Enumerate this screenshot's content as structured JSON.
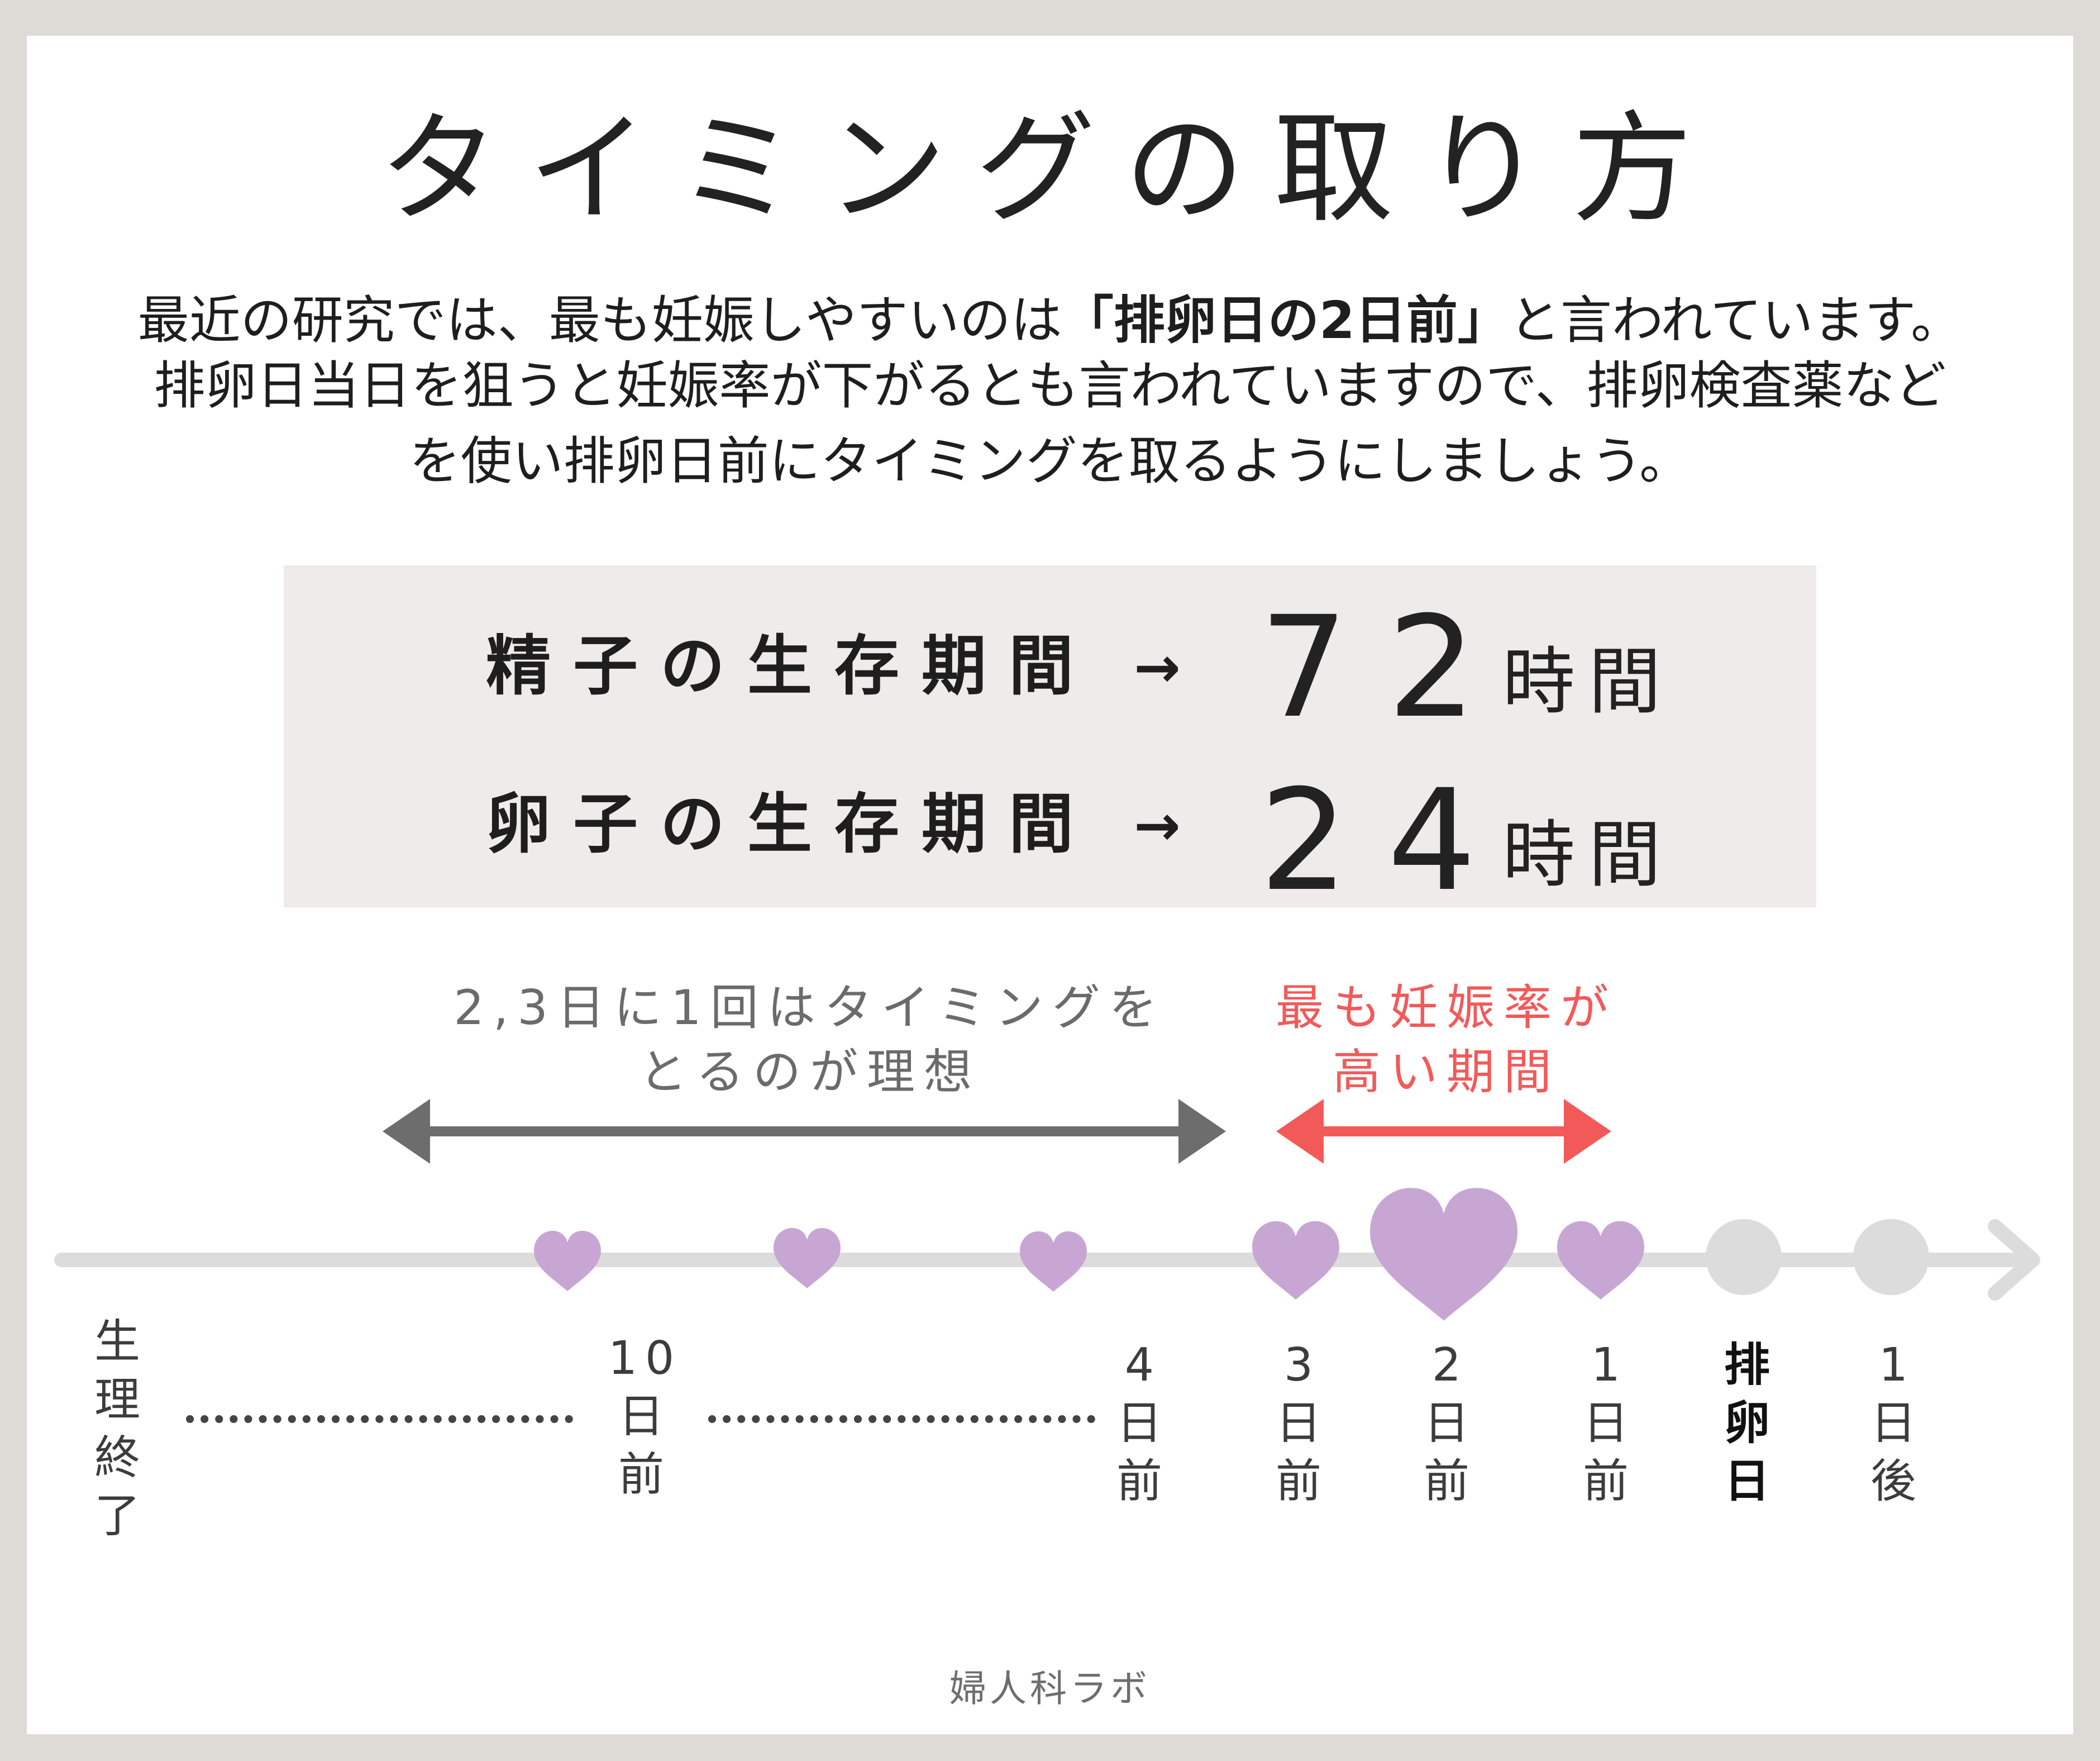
{
  "title": "タイミングの取り方",
  "intro": {
    "line1_pre": "最近の研究では、最も妊娠しやすいのは",
    "line1_bold": "「排卵日の2日前」",
    "line1_post": "と言われています。",
    "line2": "排卵日当日を狙うと妊娠率が下がるとも言われていますので、排卵検査薬など",
    "line3": "を使い排卵日前にタイミングを取るようにしましょう。"
  },
  "survival": {
    "sperm_label": "精子の生存期間",
    "sperm_hours": "72",
    "egg_label": "卵子の生存期間",
    "egg_hours": "24",
    "arrow": "→",
    "unit": "時間"
  },
  "ranges": {
    "ideal_line1": "2,3日に1回はタイミングを",
    "ideal_line2": "とるのが理想",
    "best_line1": "最も妊娠率が",
    "best_line2": "高い期間"
  },
  "timeline": {
    "period_end": [
      "生",
      "理",
      "終",
      "了"
    ],
    "day10": [
      "10",
      "日",
      "前"
    ],
    "day4": [
      "4",
      "日",
      "前"
    ],
    "day3": [
      "3",
      "日",
      "前"
    ],
    "day2": [
      "2",
      "日",
      "前"
    ],
    "day1": [
      "1",
      "日",
      "前"
    ],
    "ovulation": [
      "排",
      "卵",
      "日"
    ],
    "after1": [
      "1",
      "日",
      "後"
    ]
  },
  "footer": "婦人科ラボ",
  "colors": {
    "heart": "#c8a6d4",
    "red": "#f25a5a",
    "gray_arrow": "#6d6d6d",
    "axis": "#dcdcdc",
    "box": "#efebea"
  }
}
